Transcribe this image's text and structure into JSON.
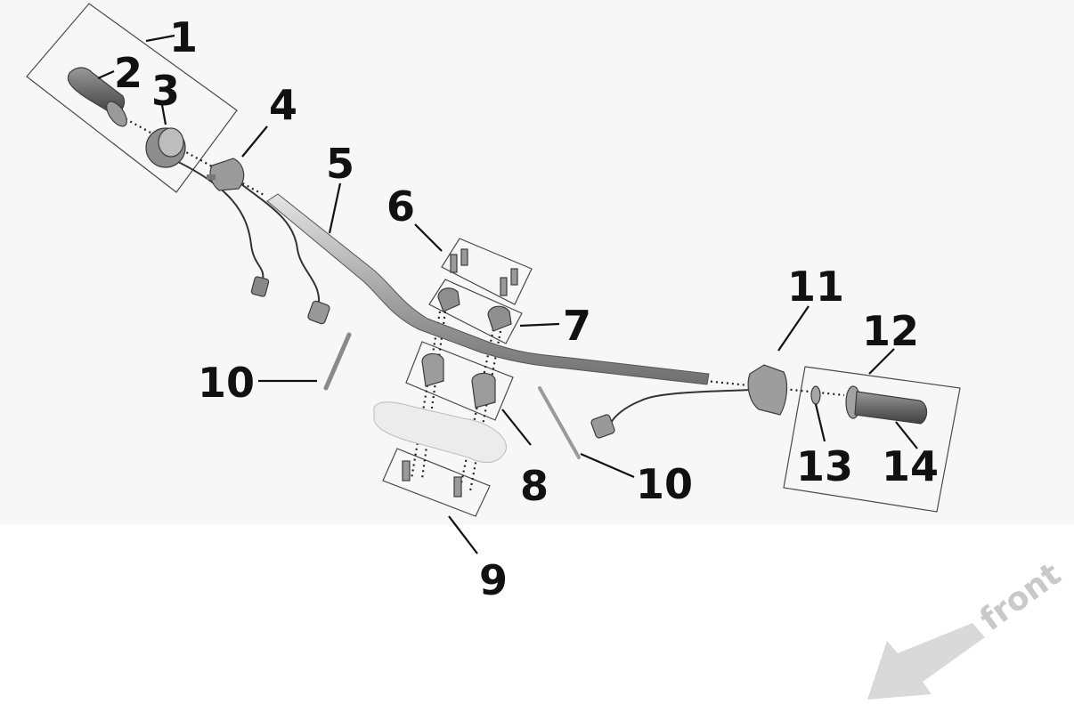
{
  "callouts": {
    "c1": "1",
    "c2": "2",
    "c3": "3",
    "c4": "4",
    "c5": "5",
    "c6": "6",
    "c7": "7",
    "c8": "8",
    "c9": "9",
    "c10a": "10",
    "c10b": "10",
    "c11": "11",
    "c12": "12",
    "c13": "13",
    "c14": "14"
  },
  "direction_label": "front",
  "colors": {
    "part_fill": "#a9a9a9",
    "part_light": "#d8d8d8",
    "clamp_fill": "#ececec",
    "line": "#111111",
    "arrow": "#d9d9d9",
    "background_panel": "#f7f7f7"
  }
}
